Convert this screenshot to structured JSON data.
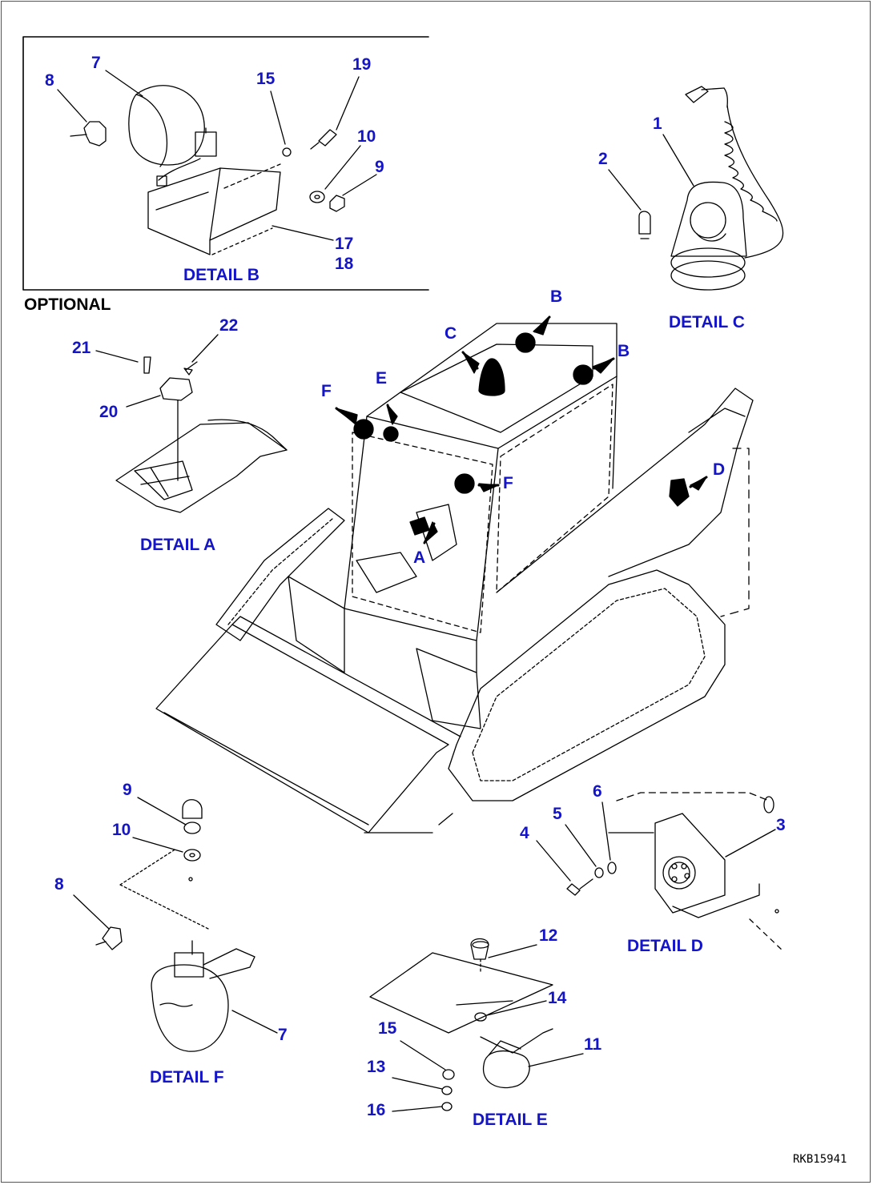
{
  "section_label": "OPTIONAL",
  "drawing_code": "RKB15941",
  "colors": {
    "label_blue": "#1414c8",
    "line": "#000000"
  },
  "details": {
    "a": "DETAIL A",
    "b": "DETAIL B",
    "c": "DETAIL C",
    "d": "DETAIL D",
    "e": "DETAIL E",
    "f": "DETAIL F"
  },
  "callouts": {
    "b_8": "8",
    "b_7": "7",
    "b_15": "15",
    "b_19": "19",
    "b_10": "10",
    "b_9": "9",
    "b_17": "17",
    "b_18": "18",
    "c_1": "1",
    "c_2": "2",
    "a_21": "21",
    "a_22": "22",
    "a_20": "20",
    "f_9": "9",
    "f_10": "10",
    "f_8": "8",
    "f_7": "7",
    "d_4": "4",
    "d_5": "5",
    "d_6": "6",
    "d_3": "3",
    "e_12": "12",
    "e_14": "14",
    "e_15": "15",
    "e_11": "11",
    "e_13": "13",
    "e_16": "16"
  },
  "machine_markers": {
    "f_left": "F",
    "e": "E",
    "c": "C",
    "b_top": "B",
    "b_right": "B",
    "f_mid": "F",
    "d": "D",
    "a": "A"
  }
}
